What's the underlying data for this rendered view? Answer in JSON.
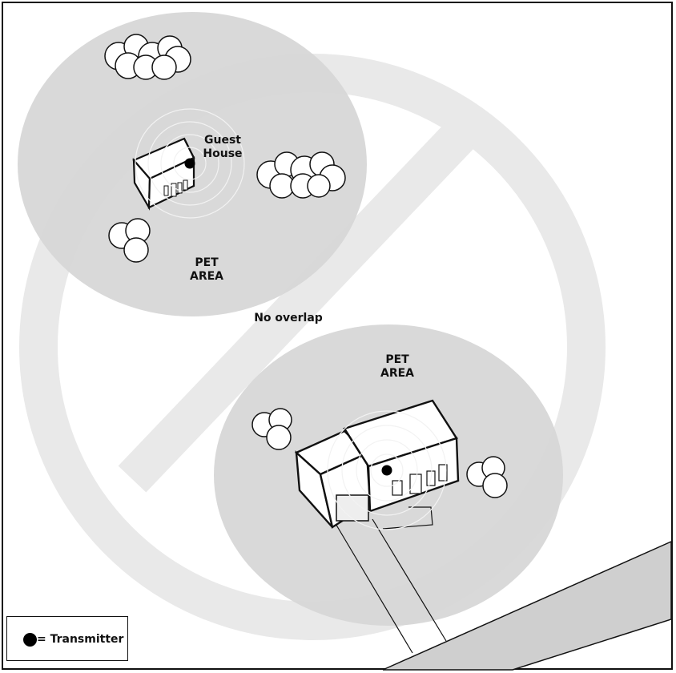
{
  "labels": {
    "guest_house": "Guest\nHouse",
    "pet_area_top": "PET\nAREA",
    "no_overlap": "No overlap",
    "pet_area_bottom": "PET\nAREA"
  },
  "legend": {
    "text": "= Transmitter"
  },
  "colors": {
    "pet_area_fill": "#d8d8d8",
    "no_sign": "#e9e9e9",
    "road": "#d0d0d0",
    "outline": "#111111"
  }
}
